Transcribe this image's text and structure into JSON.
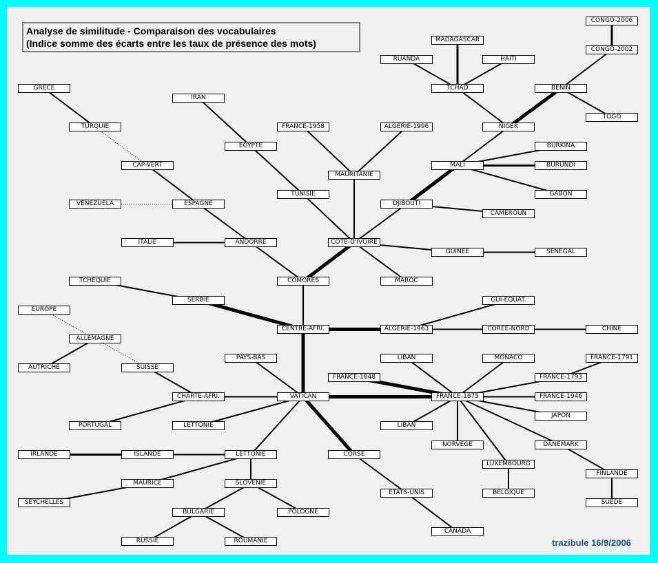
{
  "header": {
    "title_line1": "Analyse de similitude - Comparaison des vocabulaires",
    "title_line2": "(Indice somme des écarts entre les taux de présence des mots)"
  },
  "signature": "trazibule 16/9/2006",
  "colors": {
    "border": "#00ffff",
    "background": "#f0f0f0",
    "signature": "#1f5a78"
  },
  "nodes": [
    {
      "id": "congo2006",
      "label": "CONGO-2006"
    },
    {
      "id": "madagascar",
      "label": "MADAGASCAR"
    },
    {
      "id": "congo2002",
      "label": "CONGO-2002"
    },
    {
      "id": "ruanda",
      "label": "RUANDA"
    },
    {
      "id": "haiti",
      "label": "HAITI"
    },
    {
      "id": "grece",
      "label": "GRECE"
    },
    {
      "id": "tchad",
      "label": "TCHAD"
    },
    {
      "id": "benin",
      "label": "BENIN"
    },
    {
      "id": "iran",
      "label": "IRAN"
    },
    {
      "id": "togo",
      "label": "TOGO"
    },
    {
      "id": "turquie",
      "label": "TURQUIE"
    },
    {
      "id": "france1958",
      "label": "FRANCE-1958"
    },
    {
      "id": "algerie1996",
      "label": "ALGERIE-1996"
    },
    {
      "id": "niger",
      "label": "NIGER"
    },
    {
      "id": "egypte",
      "label": "EGYPTE"
    },
    {
      "id": "burkina",
      "label": "BURKINA"
    },
    {
      "id": "capvert",
      "label": "CAP-VERT"
    },
    {
      "id": "mali",
      "label": "MALI"
    },
    {
      "id": "burundi",
      "label": "BURUNDI"
    },
    {
      "id": "mauritanie",
      "label": "MAURITANIE"
    },
    {
      "id": "tunisie",
      "label": "TUNISIE"
    },
    {
      "id": "gabon",
      "label": "GABON"
    },
    {
      "id": "venezuela",
      "label": "VENEZUELA"
    },
    {
      "id": "espagne",
      "label": "ESPAGNE"
    },
    {
      "id": "djibouti",
      "label": "DJIBOUTI"
    },
    {
      "id": "cameroun",
      "label": "CAMEROUN"
    },
    {
      "id": "italie",
      "label": "ITALIE"
    },
    {
      "id": "andorre",
      "label": "ANDORRE"
    },
    {
      "id": "cotedivoire",
      "label": "COTE-D'IVOIRE"
    },
    {
      "id": "guinee",
      "label": "GUINEE"
    },
    {
      "id": "senegal",
      "label": "SENEGAL"
    },
    {
      "id": "tchequie",
      "label": "TCHEQUIE"
    },
    {
      "id": "comores",
      "label": "COMORES"
    },
    {
      "id": "maroc",
      "label": "MAROC"
    },
    {
      "id": "serbie",
      "label": "SERBIE"
    },
    {
      "id": "guiequat",
      "label": "GUI-EQUAT."
    },
    {
      "id": "europe",
      "label": "EUROPE"
    },
    {
      "id": "centreafri",
      "label": "CENTRE-AFRI."
    },
    {
      "id": "algerie1963",
      "label": "ALGERIE-1963"
    },
    {
      "id": "coreenord",
      "label": "COREE-NORD"
    },
    {
      "id": "chine",
      "label": "CHINE"
    },
    {
      "id": "allemagne",
      "label": "ALLEMAGNE"
    },
    {
      "id": "paysbas",
      "label": "PAYS-BAS"
    },
    {
      "id": "liban1",
      "label": "LIBAN"
    },
    {
      "id": "monaco",
      "label": "MONACO"
    },
    {
      "id": "france1791",
      "label": "FRANCE-1791"
    },
    {
      "id": "autriche",
      "label": "AUTRICHE"
    },
    {
      "id": "suisse",
      "label": "SUISSE"
    },
    {
      "id": "france1848",
      "label": "FRANCE-1848"
    },
    {
      "id": "france1793",
      "label": "FRANCE-1793"
    },
    {
      "id": "charteafri",
      "label": "CHARTE-AFRI."
    },
    {
      "id": "vatican",
      "label": "VATICAN"
    },
    {
      "id": "france1875",
      "label": "FRANCE-1875"
    },
    {
      "id": "france1946",
      "label": "FRANCE-1946"
    },
    {
      "id": "japon",
      "label": "JAPON"
    },
    {
      "id": "portugal",
      "label": "PORTUGAL"
    },
    {
      "id": "lettonie1",
      "label": "LETTONIE"
    },
    {
      "id": "liban2",
      "label": "LIBAN"
    },
    {
      "id": "norvege",
      "label": "NORVEGE"
    },
    {
      "id": "danemark",
      "label": "DANEMARK"
    },
    {
      "id": "irlande",
      "label": "IRLANDE"
    },
    {
      "id": "islande",
      "label": "ISLANDE"
    },
    {
      "id": "lettonie2",
      "label": "LETTONIE"
    },
    {
      "id": "corse",
      "label": "CORSE"
    },
    {
      "id": "luxembourg",
      "label": "LUXEMBOURG"
    },
    {
      "id": "finlande",
      "label": "FINLANDE"
    },
    {
      "id": "maurice",
      "label": "MAURICE"
    },
    {
      "id": "slovenie",
      "label": "SLOVENIE"
    },
    {
      "id": "etatsunis",
      "label": "ETATS-UNIS"
    },
    {
      "id": "belgique",
      "label": "BELGIQUE"
    },
    {
      "id": "seychelles",
      "label": "SEYCHELLES"
    },
    {
      "id": "suede",
      "label": "SUEDE"
    },
    {
      "id": "bulgarie",
      "label": "BULGARIE"
    },
    {
      "id": "pologne",
      "label": "POLOGNE"
    },
    {
      "id": "canada",
      "label": "CANADA"
    },
    {
      "id": "russie",
      "label": "RUSSIE"
    },
    {
      "id": "roumanie",
      "label": "ROUMANIE"
    }
  ],
  "edges": [
    {
      "from": "congo2006",
      "to": "congo2002",
      "weight": "medium"
    },
    {
      "from": "congo2002",
      "to": "benin",
      "weight": "normal"
    },
    {
      "from": "benin",
      "to": "togo",
      "weight": "normal"
    },
    {
      "from": "benin",
      "to": "niger",
      "weight": "thick"
    },
    {
      "from": "madagascar",
      "to": "tchad",
      "weight": "medium"
    },
    {
      "from": "ruanda",
      "to": "tchad",
      "weight": "normal"
    },
    {
      "from": "haiti",
      "to": "tchad",
      "weight": "normal"
    },
    {
      "from": "tchad",
      "to": "niger",
      "weight": "normal"
    },
    {
      "from": "niger",
      "to": "mali",
      "weight": "normal"
    },
    {
      "from": "mali",
      "to": "burkina",
      "weight": "normal"
    },
    {
      "from": "mali",
      "to": "burundi",
      "weight": "medium"
    },
    {
      "from": "mali",
      "to": "gabon",
      "weight": "normal"
    },
    {
      "from": "mali",
      "to": "djibouti",
      "weight": "thick"
    },
    {
      "from": "djibouti",
      "to": "cameroun",
      "weight": "normal"
    },
    {
      "from": "djibouti",
      "to": "cotedivoire",
      "weight": "normal"
    },
    {
      "from": "cotedivoire",
      "to": "mauritanie",
      "weight": "normal"
    },
    {
      "from": "mauritanie",
      "to": "france1958",
      "weight": "normal"
    },
    {
      "from": "mauritanie",
      "to": "algerie1996",
      "weight": "normal"
    },
    {
      "from": "cotedivoire",
      "to": "tunisie",
      "weight": "normal"
    },
    {
      "from": "tunisie",
      "to": "egypte",
      "weight": "normal"
    },
    {
      "from": "egypte",
      "to": "iran",
      "weight": "normal"
    },
    {
      "from": "cotedivoire",
      "to": "guinee",
      "weight": "normal"
    },
    {
      "from": "guinee",
      "to": "senegal",
      "weight": "normal"
    },
    {
      "from": "cotedivoire",
      "to": "maroc",
      "weight": "normal"
    },
    {
      "from": "cotedivoire",
      "to": "comores",
      "weight": "thick"
    },
    {
      "from": "comores",
      "to": "andorre",
      "weight": "normal"
    },
    {
      "from": "andorre",
      "to": "italie",
      "weight": "normal"
    },
    {
      "from": "andorre",
      "to": "espagne",
      "weight": "normal"
    },
    {
      "from": "espagne",
      "to": "capvert",
      "weight": "normal"
    },
    {
      "from": "espagne",
      "to": "venezuela",
      "weight": "dotted"
    },
    {
      "from": "capvert",
      "to": "turquie",
      "weight": "dotted"
    },
    {
      "from": "turquie",
      "to": "grece",
      "weight": "normal"
    },
    {
      "from": "comores",
      "to": "centreafri",
      "weight": "normal"
    },
    {
      "from": "centreafri",
      "to": "serbie",
      "weight": "thick"
    },
    {
      "from": "serbie",
      "to": "tchequie",
      "weight": "normal"
    },
    {
      "from": "centreafri",
      "to": "algerie1963",
      "weight": "thick"
    },
    {
      "from": "algerie1963",
      "to": "guiequat",
      "weight": "normal"
    },
    {
      "from": "algerie1963",
      "to": "coreenord",
      "weight": "normal"
    },
    {
      "from": "coreenord",
      "to": "chine",
      "weight": "normal"
    },
    {
      "from": "centreafri",
      "to": "vatican",
      "weight": "thick"
    },
    {
      "from": "vatican",
      "to": "paysbas",
      "weight": "normal"
    },
    {
      "from": "vatican",
      "to": "charteafri",
      "weight": "normal"
    },
    {
      "from": "charteafri",
      "to": "suisse",
      "weight": "normal"
    },
    {
      "from": "charteafri",
      "to": "portugal",
      "weight": "normal"
    },
    {
      "from": "suisse",
      "to": "allemagne",
      "weight": "dotted"
    },
    {
      "from": "allemagne",
      "to": "europe",
      "weight": "dotted"
    },
    {
      "from": "allemagne",
      "to": "autriche",
      "weight": "normal"
    },
    {
      "from": "vatican",
      "to": "lettonie1",
      "weight": "normal"
    },
    {
      "from": "vatican",
      "to": "lettonie2",
      "weight": "normal"
    },
    {
      "from": "lettonie2",
      "to": "islande",
      "weight": "normal"
    },
    {
      "from": "islande",
      "to": "irlande",
      "weight": "medium"
    },
    {
      "from": "lettonie2",
      "to": "maurice",
      "weight": "normal"
    },
    {
      "from": "maurice",
      "to": "seychelles",
      "weight": "normal"
    },
    {
      "from": "lettonie2",
      "to": "slovenie",
      "weight": "normal"
    },
    {
      "from": "slovenie",
      "to": "bulgarie",
      "weight": "normal"
    },
    {
      "from": "slovenie",
      "to": "pologne",
      "weight": "normal"
    },
    {
      "from": "bulgarie",
      "to": "russie",
      "weight": "normal"
    },
    {
      "from": "bulgarie",
      "to": "roumanie",
      "weight": "normal"
    },
    {
      "from": "vatican",
      "to": "corse",
      "weight": "thick"
    },
    {
      "from": "corse",
      "to": "etatsunis",
      "weight": "normal"
    },
    {
      "from": "etatsunis",
      "to": "canada",
      "weight": "normal"
    },
    {
      "from": "vatican",
      "to": "france1875",
      "weight": "thick"
    },
    {
      "from": "france1875",
      "to": "france1848",
      "weight": "thick"
    },
    {
      "from": "france1875",
      "to": "liban1",
      "weight": "normal"
    },
    {
      "from": "france1875",
      "to": "monaco",
      "weight": "normal"
    },
    {
      "from": "france1875",
      "to": "france1793",
      "weight": "normal"
    },
    {
      "from": "france1793",
      "to": "france1791",
      "weight": "normal"
    },
    {
      "from": "france1875",
      "to": "france1946",
      "weight": "normal"
    },
    {
      "from": "france1875",
      "to": "japon",
      "weight": "normal"
    },
    {
      "from": "france1875",
      "to": "liban2",
      "weight": "normal"
    },
    {
      "from": "france1875",
      "to": "norvege",
      "weight": "normal"
    },
    {
      "from": "france1875",
      "to": "danemark",
      "weight": "normal"
    },
    {
      "from": "france1875",
      "to": "luxembourg",
      "weight": "normal"
    },
    {
      "from": "luxembourg",
      "to": "belgique",
      "weight": "normal"
    },
    {
      "from": "danemark",
      "to": "finlande",
      "weight": "normal"
    },
    {
      "from": "finlande",
      "to": "suede",
      "weight": "normal"
    }
  ]
}
